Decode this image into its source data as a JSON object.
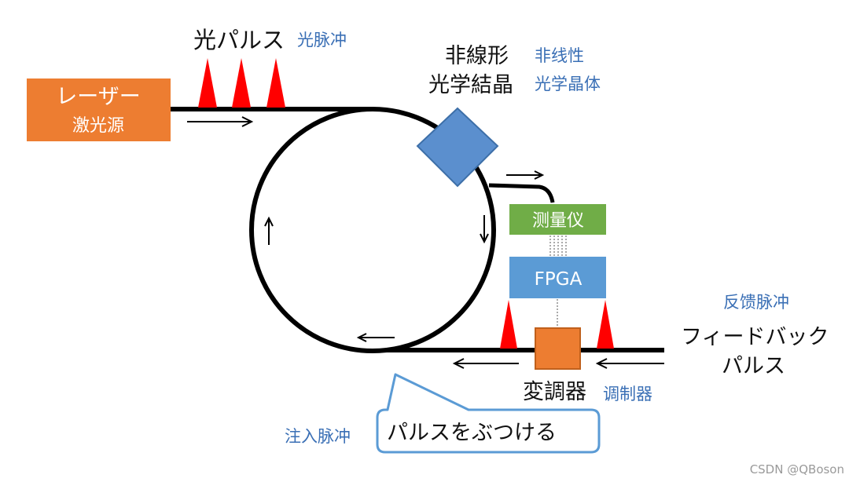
{
  "labels": {
    "pulse_jp": "光パルス",
    "pulse_cn": "光脉冲",
    "crystal_jp_1": "非線形",
    "crystal_jp_2": "光学結晶",
    "crystal_cn_1": "非线性",
    "crystal_cn_2": "光学晶体",
    "laser_jp": "レーザー",
    "laser_cn": "激光源",
    "meter_cn": "测量仪",
    "fpga": "FPGA",
    "feedback_cn": "反馈脉冲",
    "feedback_jp_1": "フィードバック",
    "feedback_jp_2": "パルス",
    "modulator_jp": "変調器",
    "modulator_cn": "调制器",
    "inject_cn": "注入脉冲",
    "callout_jp": "パルスをぶつける"
  },
  "watermark": "CSDN @QBoson",
  "colors": {
    "laser": "#ed7d31",
    "crystal": "#5b8fce",
    "meter": "#70ad47",
    "fpga": "#5b9bd5",
    "modulator": "#ed7d31",
    "pulse": "#ff0000",
    "callout_border": "#5b9bd5",
    "blue_text": "#3a6fb5"
  }
}
